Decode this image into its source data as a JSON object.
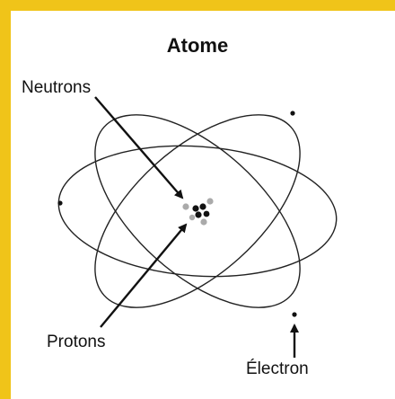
{
  "diagram": {
    "title": "Atome",
    "labels": {
      "neutrons": "Neutrons",
      "protons": "Protons",
      "electron": "Électron"
    },
    "colors": {
      "frame": "#f0c419",
      "background": "#ffffff",
      "lines": "#222222",
      "protons": "#111111",
      "neutrons": "#aaaaaa"
    }
  }
}
